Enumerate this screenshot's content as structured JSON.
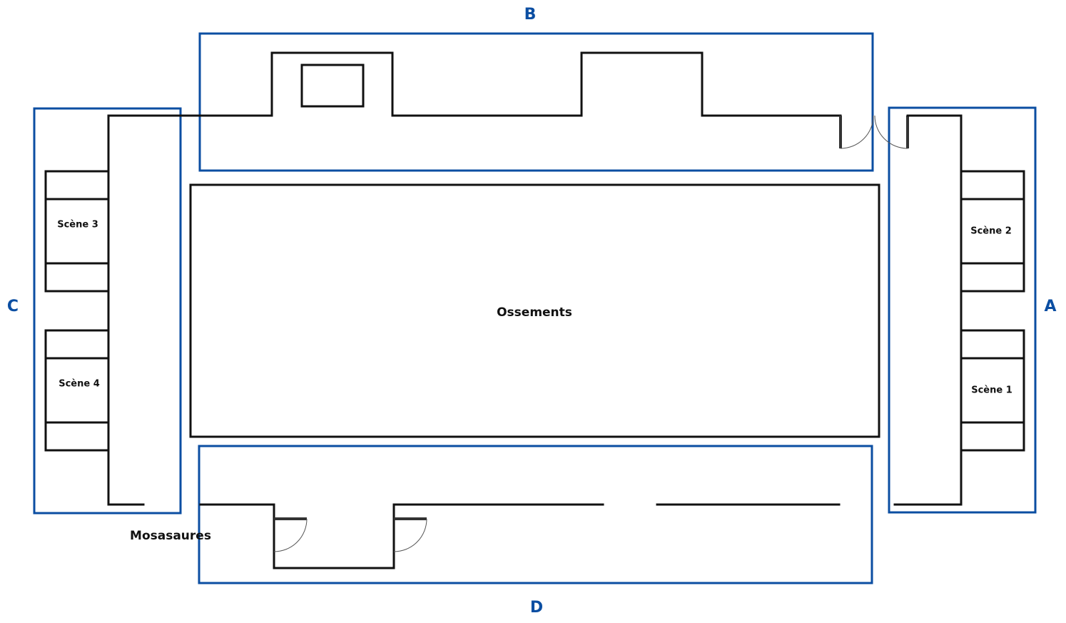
{
  "zones": {
    "a": "A",
    "b": "B",
    "c": "C",
    "d": "D"
  },
  "rooms": {
    "ossements": "Ossements",
    "mosasaures": "Mosasaures"
  },
  "scenes": {
    "scene1": "Scène 1",
    "scene2": "Scène 2",
    "scene3": "Scène 3",
    "scene4": "Scène 4"
  },
  "colors": {
    "zone_outline": "#0b4ea2",
    "walls": "#111111"
  }
}
